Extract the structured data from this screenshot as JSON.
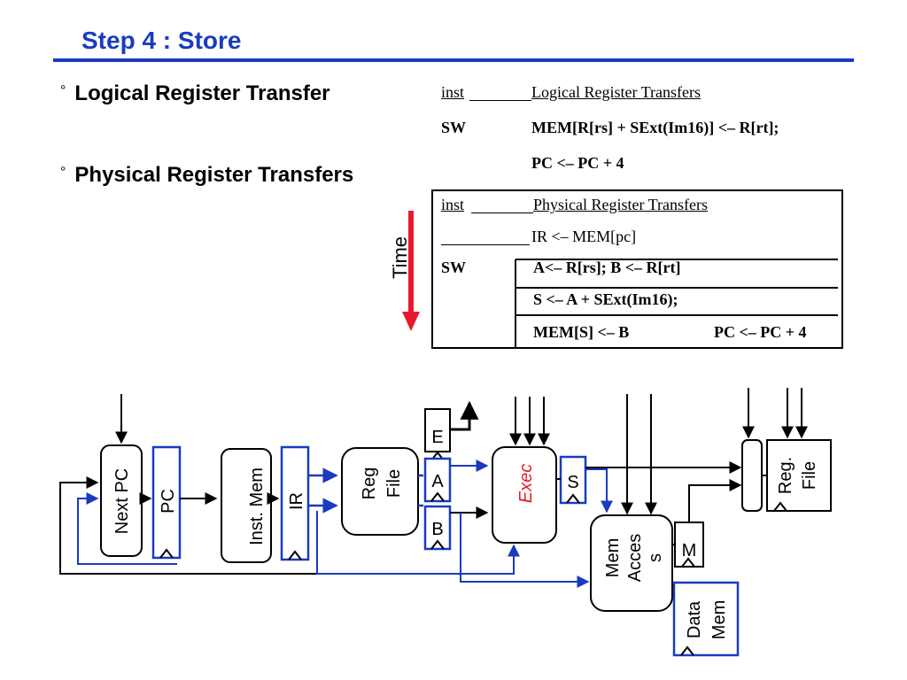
{
  "title": "Step 4 : Store",
  "bullets": [
    "Logical Register Transfer",
    "Physical Register Transfers"
  ],
  "logical_table": {
    "col1": "inst",
    "col2": "Logical Register Transfers",
    "inst": "SW",
    "line1": "MEM[R[rs] + SExt(Im16)] <– R[rt];",
    "line2": "PC <– PC + 4"
  },
  "physical_table": {
    "col1": "inst",
    "col2": "Physical Register Transfers",
    "fetch": "IR <– MEM[pc]",
    "inst": "SW",
    "row1": "A<– R[rs]; B <– R[rt]",
    "row2": "S <– A + SExt(Im16);",
    "row3a": "MEM[S] <– B",
    "row3b": "PC <– PC + 4"
  },
  "time_label": "Time",
  "diagram": {
    "next_pc": "Next PC",
    "pc": "PC",
    "inst_mem": "Inst. Mem",
    "ir": "IR",
    "reg_file_1": "Reg",
    "reg_file_2": "File",
    "e": "E",
    "a": "A",
    "b": "B",
    "exec": "Exec",
    "s": "S",
    "mem_access_1": "Mem",
    "mem_access_2": "Acces",
    "mem_access_3": "s",
    "m": "M",
    "data_mem_1": "Data",
    "data_mem_2": "Mem",
    "reg_file2_1": "Reg.",
    "reg_file2_2": "File"
  },
  "colors": {
    "title": "#1a3bbf",
    "wire_blue": "#1a3bbf",
    "time_arrow": "#e8192c",
    "exec_text": "#e8192c"
  }
}
